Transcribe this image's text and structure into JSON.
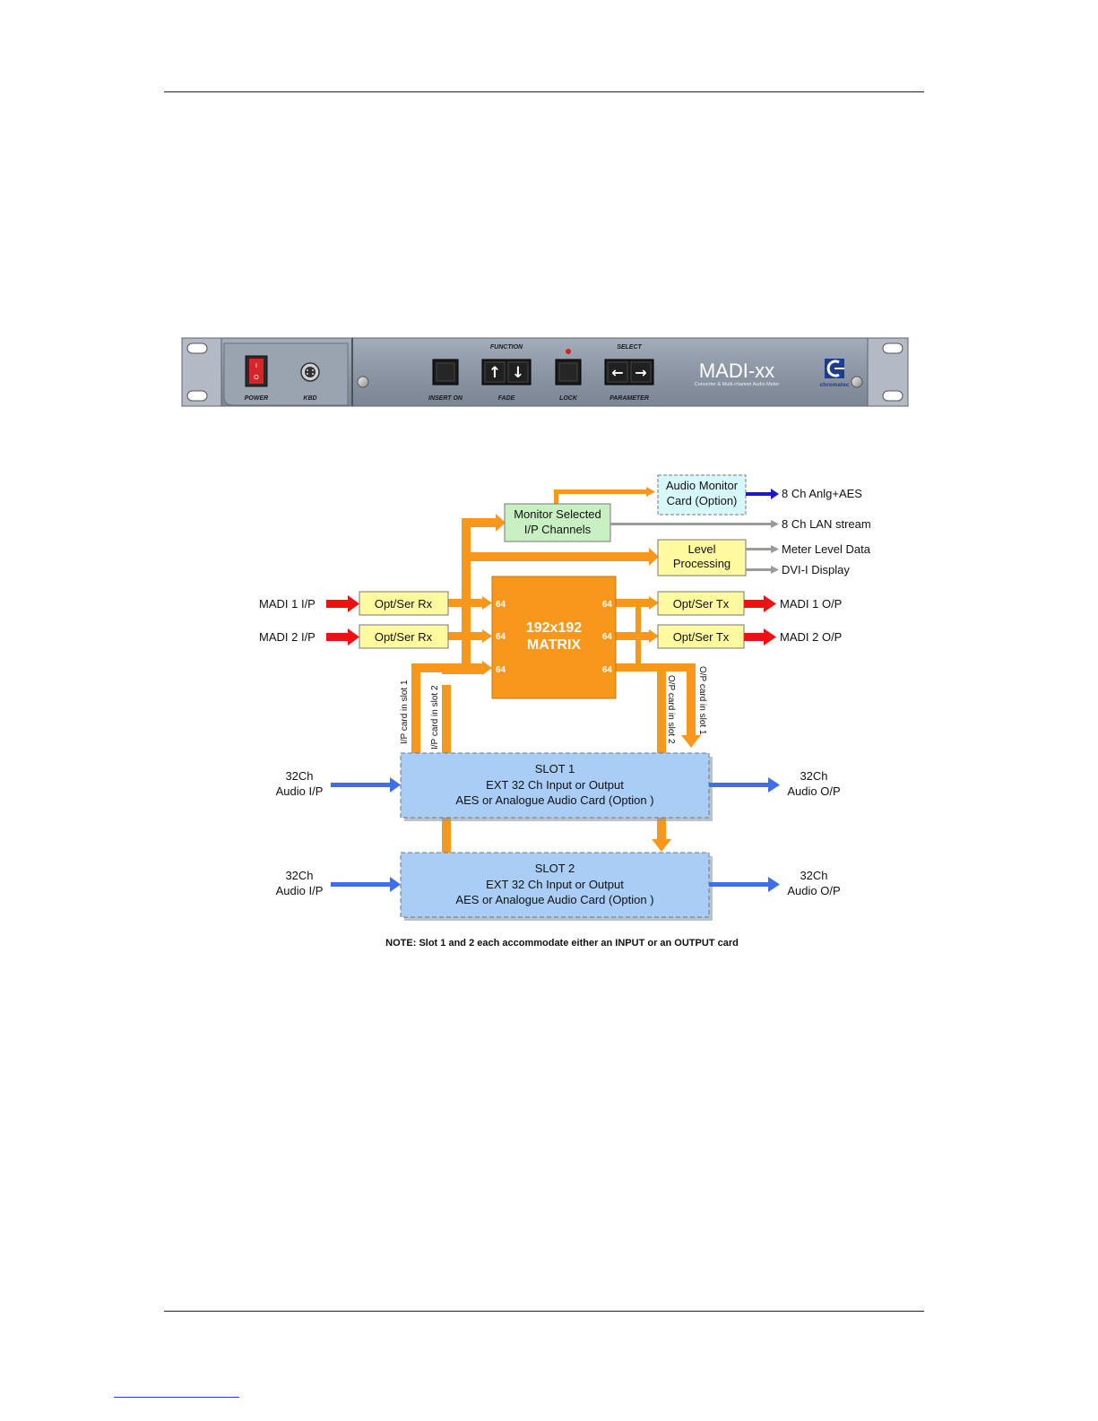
{
  "front_panel": {
    "labels": {
      "power": "POWER",
      "kbd": "KBD",
      "function": "FUNCTION",
      "select": "SELECT",
      "insert_on": "INSERT ON",
      "fade": "FADE",
      "lock": "LOCK",
      "parameter": "PARAMETER"
    },
    "model": "MADI-xx",
    "model_subtitle": "Converter & Multi-channel Audio Meter",
    "brand": "chromatec",
    "button_glyphs": {
      "up": "↑",
      "down": "↓",
      "left": "←",
      "right": "→"
    },
    "power_glyphs": {
      "on": "I",
      "off": "O"
    }
  },
  "block_diagram": {
    "audio_monitor": [
      "Audio Monitor",
      "Card (Option)"
    ],
    "monitor_selected": [
      "Monitor Selected",
      "I/P Channels"
    ],
    "level_processing": [
      "Level",
      "Processing"
    ],
    "out_anlg_aes": "8 Ch Anlg+AES",
    "out_lan": "8 Ch LAN stream",
    "out_meter": "Meter Level Data",
    "out_dvi": "DVI-I Display",
    "madi1_in": "MADI 1 I/P",
    "madi2_in": "MADI 2 I/P",
    "rx1": "Opt/Ser Rx",
    "rx2": "Opt/Ser Rx",
    "tx1": "Opt/Ser Tx",
    "tx2": "Opt/Ser Tx",
    "madi1_out": "MADI 1 O/P",
    "madi2_out": "MADI 2 O/P",
    "matrix": [
      "192x192",
      "MATRIX"
    ],
    "port_label": "64",
    "ip_slot1": "I/P card in slot 1",
    "ip_slot2": "I/P card in slot 2",
    "op_slot2": "O/P card in slot 2",
    "op_slot1": "O/P card in slot 1",
    "slot1": [
      "SLOT 1",
      "EXT 32 Ch Input or Output",
      "AES or Analogue Audio Card (Option )"
    ],
    "slot2": [
      "SLOT 2",
      "EXT 32 Ch Input or Output",
      "AES or Analogue Audio Card (Option )"
    ],
    "audio_in": [
      "32Ch",
      "Audio I/P"
    ],
    "audio_out": [
      "32Ch",
      "Audio O/P"
    ],
    "note": "NOTE: Slot 1 and 2 each accommodate either an INPUT or an OUTPUT card"
  },
  "colors": {
    "orange": "#f7981d",
    "red_arrow": "#ee1111",
    "blue_arrow": "#3f6fe8",
    "dark_blue_arrow": "#1a1acc",
    "grey_arrow": "#9a9a9a",
    "yellow_box": "#fffaa0",
    "green_box": "#c8f0c2",
    "cyan_box": "#d6f8fa",
    "slot_box": "#a9cdf5",
    "panel": "#8d97a5"
  }
}
